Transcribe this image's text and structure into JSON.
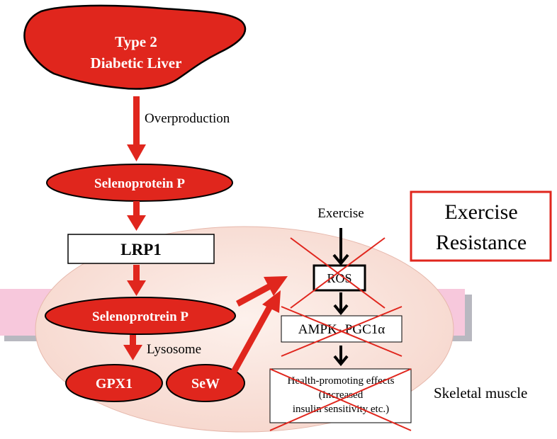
{
  "liver": {
    "label_line1": "Type 2",
    "label_line2": "Diabetic Liver"
  },
  "labels": {
    "overproduction": "Overproduction",
    "selenoprotein_p_top": "Selenoprotein P",
    "lrp1": "LRP1",
    "selenoprotein_p_muscle": "Selenoprotrein P",
    "lysosome": "Lysosome",
    "gpx1": "GPX1",
    "sew": "SeW",
    "exercise": "Exercise",
    "ros": "ROS",
    "ampk_pgc1a": "AMPK- PGC1α",
    "health_line1": "Health-promoting effects",
    "health_line2": "(Increased",
    "health_line3": "insulin sensitivity etc.)",
    "exercise_resistance_line1": "Exercise",
    "exercise_resistance_line2": "Resistance",
    "skeletal_muscle": "Skeletal muscle"
  },
  "colors": {
    "red": "#e0261d",
    "dark_red": "#8b0000",
    "muscle_band": "#f7c8dc",
    "muscle_band_shadow": "#b8b8c0",
    "cell": "#fbe3dc",
    "black": "#000000"
  }
}
